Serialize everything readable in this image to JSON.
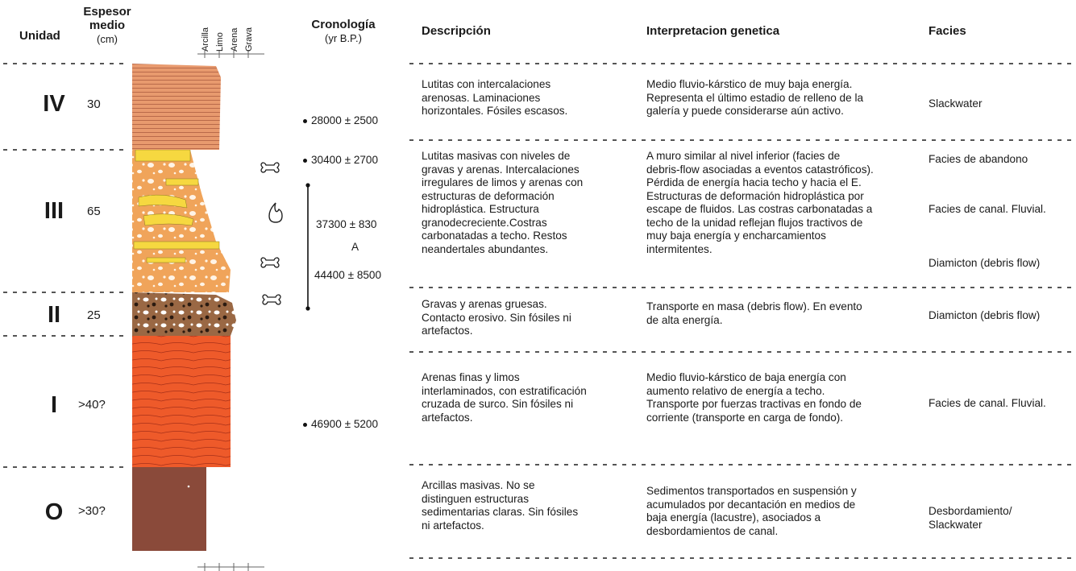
{
  "headers": {
    "unidad": "Unidad",
    "espesor": [
      "Espesor",
      "medio",
      "(cm)"
    ],
    "grain_sizes": [
      "Arcilla",
      "Limo",
      "Arena",
      "Grava"
    ],
    "cronologia": [
      "Cronología",
      "(yr B.P.)"
    ],
    "descripcion": "Descripción",
    "interpretacion": "Interpretacion genetica",
    "facies": "Facies"
  },
  "units": [
    {
      "id": "IV",
      "thickness": "30",
      "description": [
        "Lutitas con intercalaciones",
        "arenosas. Laminaciones",
        "horizontales. Fósiles escasos."
      ],
      "interpretation": [
        "Medio fluvio-kárstico de muy baja energía.",
        "Representa el último estadio de relleno de la",
        "galería y puede considerarse aún activo."
      ],
      "facies": [
        "Slackwater"
      ]
    },
    {
      "id": "III",
      "thickness": "65",
      "description": [
        "Lutitas masivas con niveles de",
        "gravas y arenas. Intercalaciones",
        "irregulares de limos y arenas con",
        "estructuras de deformación",
        "hidroplástica. Estructura",
        "granodecreciente.Costras",
        "carbonatadas a techo. Restos",
        "neandertales abundantes."
      ],
      "interpretation": [
        "A muro  similar al nivel inferior (facies de",
        "debris-flow asociadas a eventos catastróficos).",
        "Pérdida de energía hacia techo y hacia el E.",
        "Estructuras de deformación hidroplástica por",
        "escape de fluidos. Las costras carbonatadas a",
        "techo de la unidad reflejan flujos tractivos de",
        "muy baja energía y encharcamientos",
        "intermitentes."
      ],
      "facies": [
        "Facies de abandono",
        "Facies de canal. Fluvial.",
        "Diamicton (debris flow)"
      ]
    },
    {
      "id": "II",
      "thickness": "25",
      "description": [
        "Gravas y arenas gruesas.",
        "Contacto erosivo. Sin fósiles ni",
        "artefactos."
      ],
      "interpretation": [
        "Transporte en masa (debris flow). En evento",
        "de alta energía."
      ],
      "facies": [
        "Diamicton (debris flow)"
      ]
    },
    {
      "id": "I",
      "thickness": ">40?",
      "description": [
        "Arenas finas y limos",
        "interlaminados, con estratificación",
        "cruzada de surco. Sin fósiles ni",
        "artefactos."
      ],
      "interpretation": [
        "Medio fluvio-kárstico de baja energía con",
        "aumento relativo de energía a techo.",
        "Transporte por fuerzas tractivas en fondo de",
        "corriente (transporte en carga de fondo)."
      ],
      "facies": [
        "Facies de canal. Fluvial."
      ]
    },
    {
      "id": "O",
      "thickness": ">30?",
      "description": [
        "Arcillas masivas. No se",
        "distinguen estructuras",
        "sedimentarias claras. Sin fósiles",
        "ni artefactos."
      ],
      "interpretation": [
        "Sedimentos transportados en suspensión y",
        "acumulados por decantación en medios de",
        "baja energía (lacustre), asociados a",
        "desbordamientos de canal."
      ],
      "facies": [
        "Desbordamiento/",
        "Slackwater"
      ]
    }
  ],
  "dates": {
    "d1": "28000 ± 2500",
    "d2": "30400 ± 2700",
    "d3": "37300 ± 830",
    "d3_label": "A",
    "d4": "44400 ± 8500",
    "d5": "46900 ± 5200"
  },
  "colors": {
    "unit_IV": "#e89a6e",
    "unit_III": "#f0a45a",
    "unit_II": "#9a6844",
    "unit_I": "#ee5a2a",
    "unit_O": "#8a4a3a",
    "yellow_lenses": "#f6d840"
  },
  "icons": [
    "bone-icon",
    "hand-axe-icon"
  ]
}
